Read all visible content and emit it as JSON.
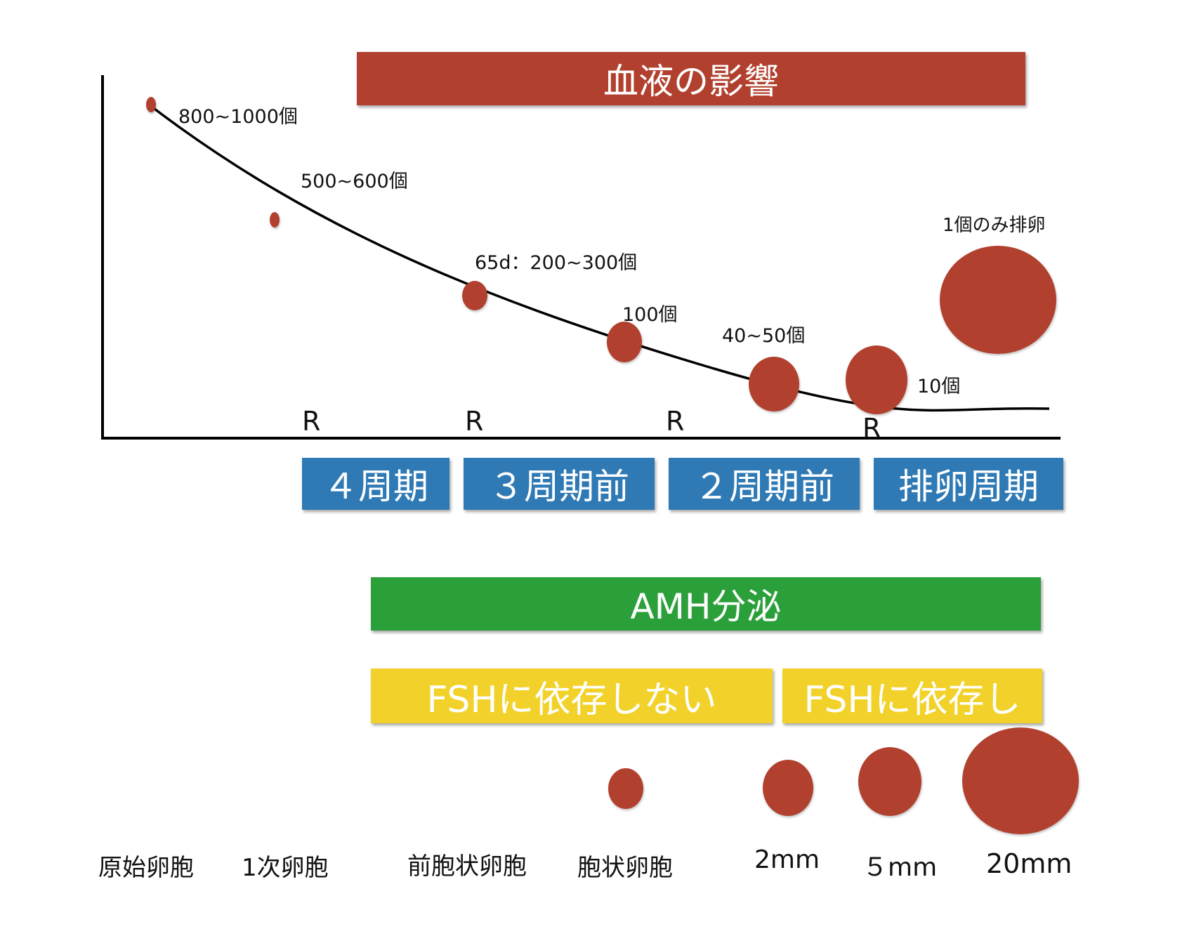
{
  "banners": {
    "blood": "血液の影響",
    "amh": "AMH分泌",
    "fsh_independent": "FSHに依存しない",
    "fsh_dependent": "FSHに依存し"
  },
  "cycles": [
    "４周期",
    "３周期前",
    "２周期前",
    "排卵周期"
  ],
  "r_marker": "R",
  "curve_labels": {
    "primordial_count": "800~1000個",
    "primary_count": "500~600個",
    "preantral_count": "65d：200~300個",
    "antral_count": "100個",
    "two_mm_count": "40~50個",
    "five_mm_count": "10個",
    "ovulation": "1個のみ排卵"
  },
  "stages": {
    "primordial": "原始卵胞",
    "primary": "1次卵胞",
    "preantral": "前胞状卵胞",
    "antral": "胞状卵胞",
    "two_mm": "2mm",
    "five_mm": "５mm",
    "twenty_mm": "20mm"
  },
  "colors": {
    "blood_bar": "#b2402e",
    "cycle_bar": "#2f7ab5",
    "amh_bar": "#2ba03a",
    "fsh_bar": "#f2d22a",
    "follicle": "#b2402e"
  }
}
